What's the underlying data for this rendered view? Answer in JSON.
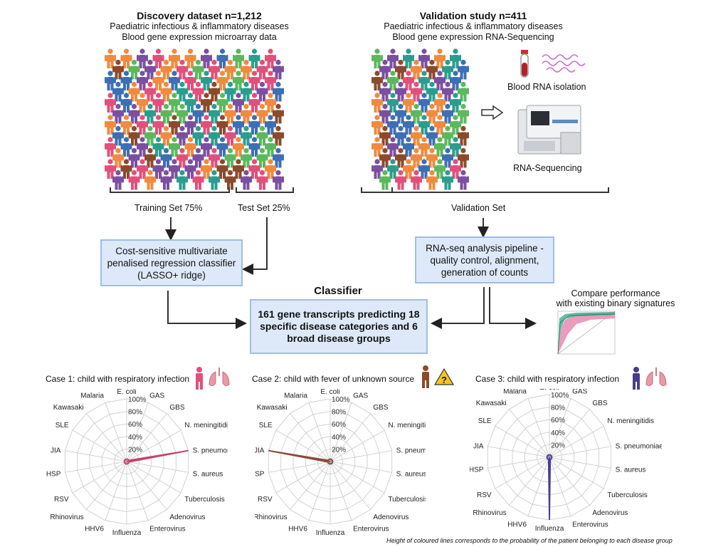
{
  "discovery": {
    "title": "Discovery dataset n=1,212",
    "line1": "Paediatric infectious & inflammatory diseases",
    "line2": "Blood gene expression microarray data",
    "training": "Training Set 75%",
    "test": "Test Set 25%"
  },
  "validation": {
    "title": "Validation study n=411",
    "line1": "Paediatric infectious & inflammatory diseases",
    "line2": "Blood gene expression RNA-Sequencing",
    "rna_isolation": "Blood RNA isolation",
    "rna_seq": "RNA-Sequencing",
    "set": "Validation Set"
  },
  "boxes": {
    "regression": "Cost-sensitive multivariate penalised regression classifier (LASSO+ ridge)",
    "pipeline": "RNA-seq analysis pipeline - quality control, alignment, generation of counts",
    "classifier_title": "Classifier",
    "classifier": "161 gene transcripts predicting 18 specific disease categories and 6 broad disease groups"
  },
  "compare": {
    "line1": "Compare performance",
    "line2": "with existing binary signatures"
  },
  "colors": {
    "box_fill": "#dde9f8",
    "box_border": "#9fbde6",
    "case1_line": "#c2456f",
    "case2_line": "#8a4a35",
    "case3_line": "#4b3b8f",
    "people": [
      "#7b4fa0",
      "#e0507a",
      "#2a9d8f",
      "#f08a3e",
      "#5cb85c",
      "#8b4a2b",
      "#3c6fb4"
    ]
  },
  "cases": [
    {
      "title": "Case 1: child with respiratory infection",
      "icon": "child-lungs-icon",
      "peak": "S. pneumoniae",
      "value": 100
    },
    {
      "title": "Case 2: child with fever of unknown source",
      "icon": "child-warning-icon",
      "peak": "JIA",
      "value": 100
    },
    {
      "title": "Case 3: child with respiratory infection",
      "icon": "child-lungs-icon",
      "peak": "Influenza",
      "value": 100
    }
  ],
  "radar": {
    "categories": [
      "E. coli",
      "GAS",
      "GBS",
      "N. meningitidis",
      "S. pneumoniae",
      "S. aureus",
      "Tuberculosis",
      "Adenovirus",
      "Enterovirus",
      "Influenza",
      "HHV6",
      "Rhinovirus",
      "RSV",
      "HSP",
      "JIA",
      "SLE",
      "Kawasaki",
      "Malaria"
    ],
    "ticks": [
      "20%",
      "40%",
      "60%",
      "80%",
      "100%"
    ]
  },
  "footnote": "Height of coloured lines corresponds to the probability of the patient belonging to each  disease group"
}
